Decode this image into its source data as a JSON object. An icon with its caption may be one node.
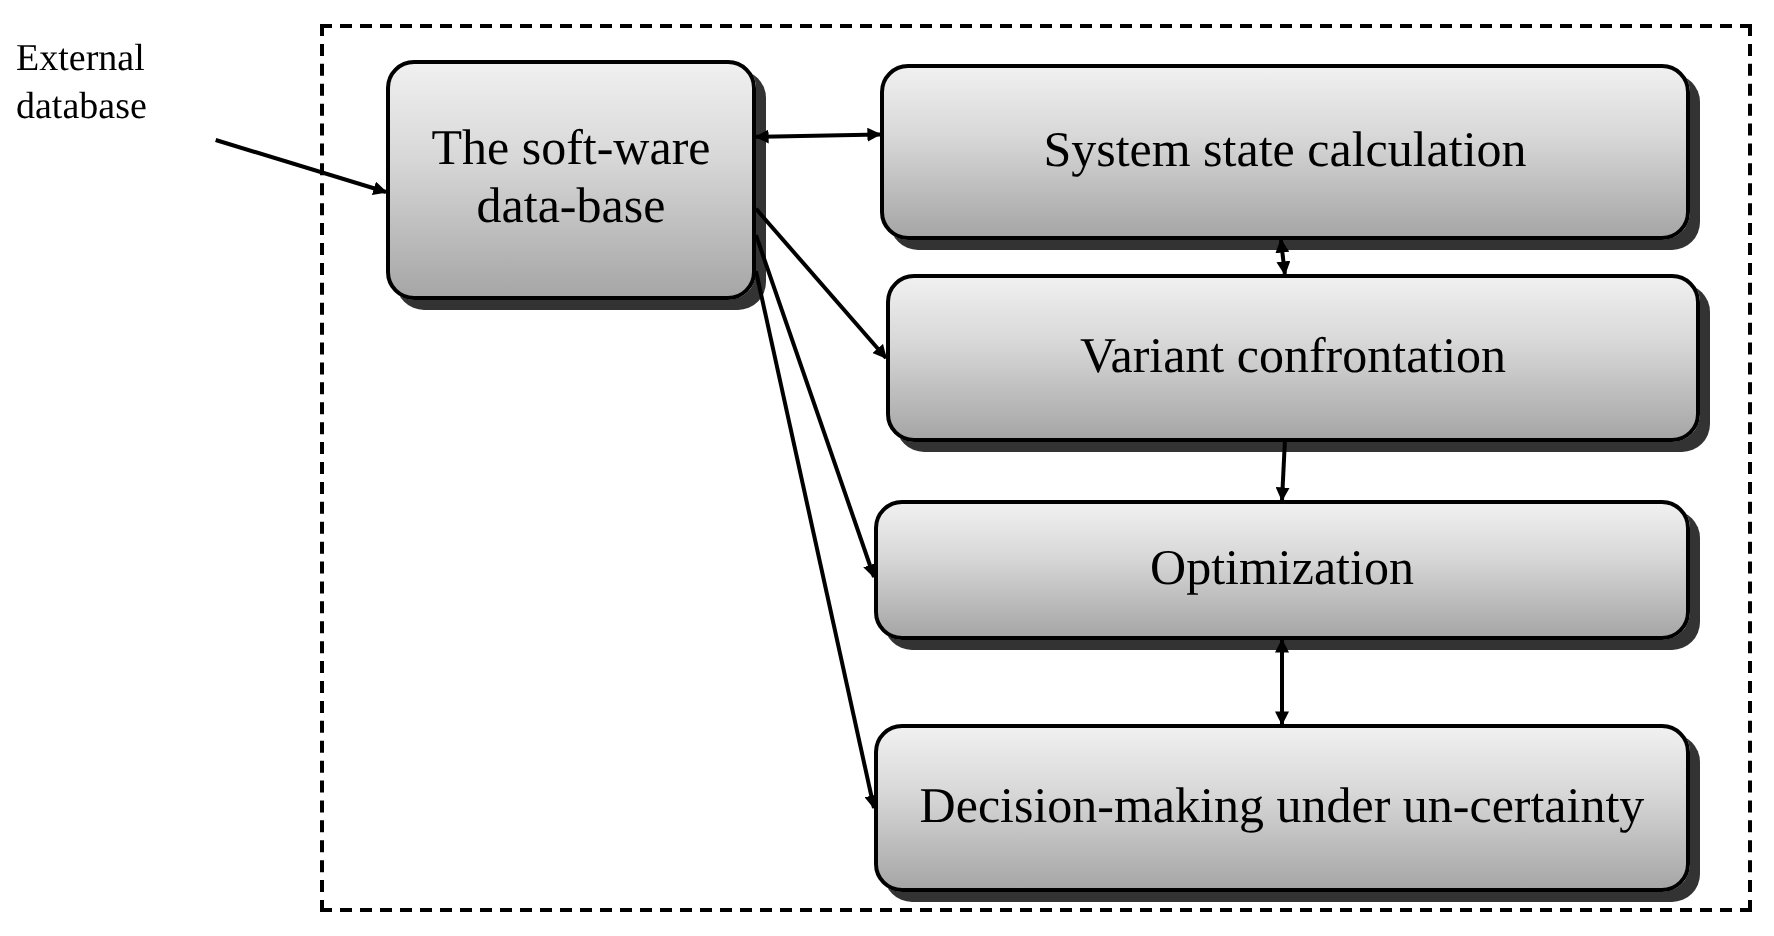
{
  "diagram": {
    "nodes": [
      {
        "text": [],
        "shape": "box"
      },
      {
        "text": [
          "External database"
        ]
      },
      {
        "text": [
          "The soft-ware data-base"
        ],
        "in": 0
      },
      {
        "text": [
          "System state calculation"
        ],
        "in": 0
      },
      {
        "text": [
          "Variant confrontation"
        ],
        "in": 0
      },
      {
        "text": [
          "Optimization"
        ],
        "in": 0
      },
      {
        "text": [
          "Decision-making under un-certainty"
        ],
        "in": 0
      }
    ],
    "edges": [
      {
        "from": 1,
        "to": 2,
        "arrow": "to"
      },
      {
        "from": 2,
        "to": 3,
        "arrow": "both"
      },
      {
        "from": 3,
        "to": 4,
        "arrow": "both"
      },
      {
        "from": 4,
        "to": 5,
        "arrow": "to"
      },
      {
        "from": 5,
        "to": 6,
        "arrow": "both"
      },
      {
        "from": 2,
        "to": 4,
        "arrow": "to"
      },
      {
        "from": 2,
        "to": 5,
        "arrow": "to"
      },
      {
        "from": 2,
        "to": 6,
        "arrow": "to"
      }
    ]
  }
}
